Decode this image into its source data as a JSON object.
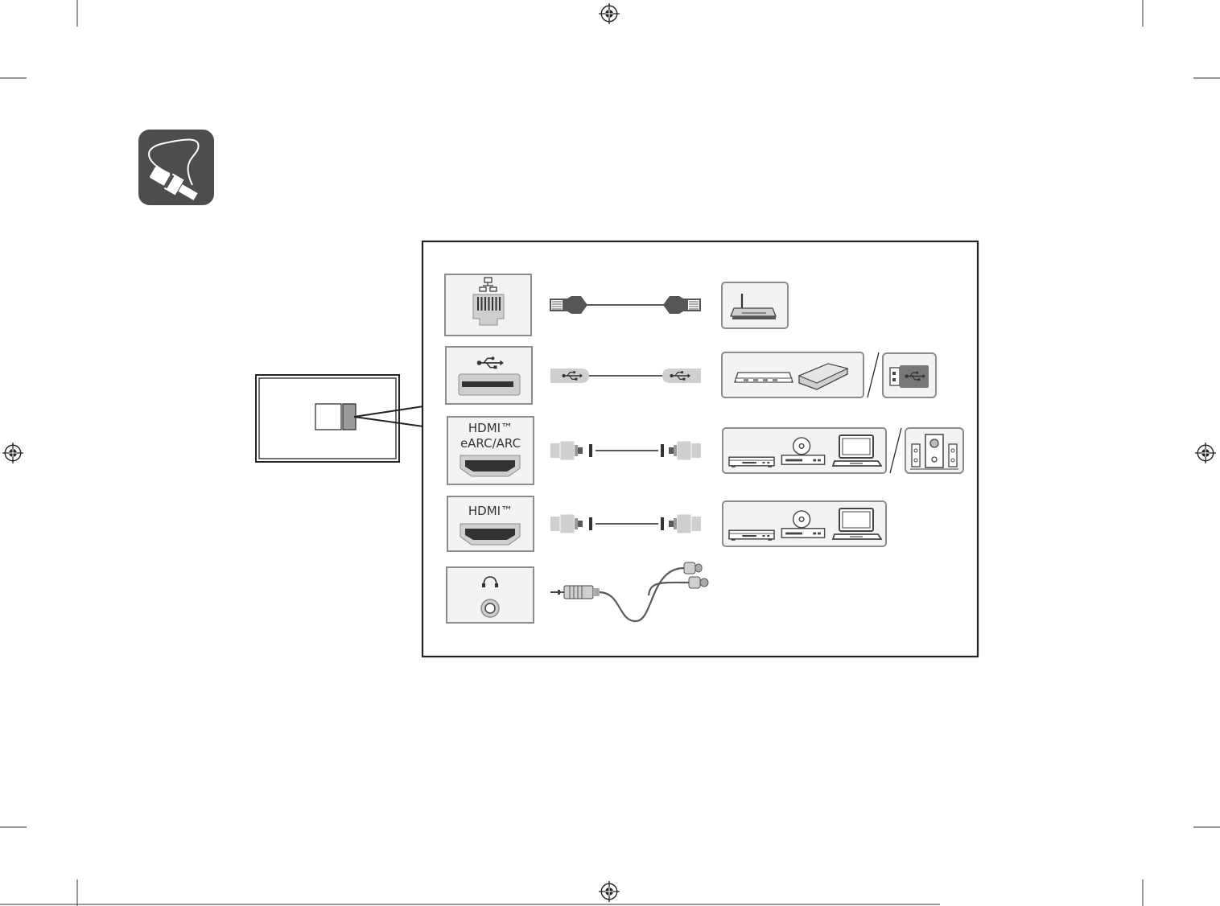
{
  "colors": {
    "ink": "#222222",
    "port_fill": "#f3f3f3",
    "port_stroke": "#8c8c8c",
    "dark_gray": "#4a4a4a",
    "mid_gray": "#9a9a9a",
    "light_gray": "#cfcfcf",
    "icon_tile": "#4d4d4d"
  },
  "icons": {
    "header": "cable-connection-icon",
    "registration": "registration-mark-icon"
  },
  "ports": [
    {
      "id": "lan",
      "label": "",
      "icon": "lan-port-icon",
      "cable": "lan-cable",
      "devices": [
        "router-icon"
      ]
    },
    {
      "id": "usb",
      "label": "",
      "icon": "usb-port-icon",
      "cable": "usb-cable",
      "devices": [
        "hub-icon",
        "hard-drive-icon",
        "usb-stick-icon"
      ]
    },
    {
      "id": "hdmi-earc",
      "label": "HDMI™\neARC/ARC",
      "label_line1": "HDMI™",
      "label_line2": "eARC/ARC",
      "icon": "hdmi-port-icon",
      "cable": "hdmi-cable",
      "devices": [
        "set-top-box-icon",
        "disc-player-icon",
        "laptop-icon",
        "speaker-system-icon"
      ]
    },
    {
      "id": "hdmi",
      "label_line1": "HDMI™",
      "icon": "hdmi-port-icon",
      "cable": "hdmi-cable",
      "devices": [
        "set-top-box-icon",
        "disc-player-icon",
        "laptop-icon"
      ]
    },
    {
      "id": "headphone",
      "label": "",
      "icon": "headphone-port-icon",
      "cable": "headphone-cable",
      "devices": []
    }
  ]
}
